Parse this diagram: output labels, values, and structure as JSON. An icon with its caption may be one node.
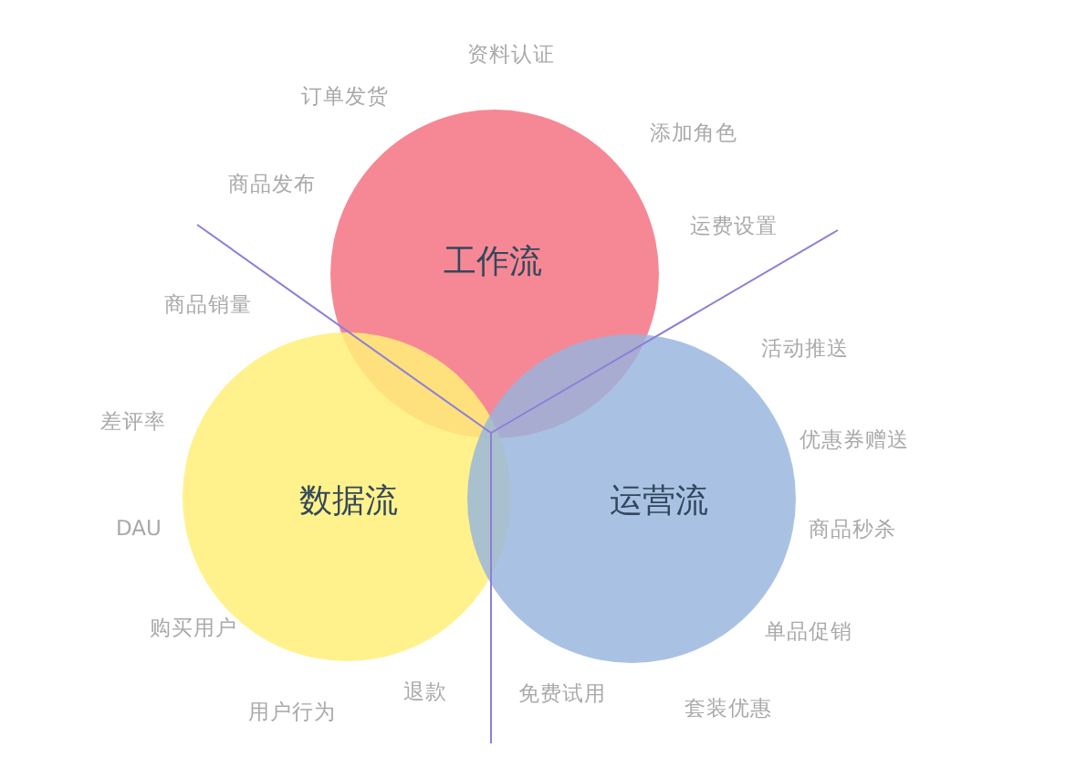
{
  "diagram": {
    "nodes": [
      {
        "text": [
          "工作流"
        ]
      },
      {
        "text": [
          "数据流"
        ]
      },
      {
        "text": [
          "运营流"
        ]
      }
    ],
    "labels": [
      "资料认证",
      "订单发货",
      "添加角色",
      "商品发布",
      "运费设置",
      "商品销量",
      "活动推送",
      "差评率",
      "优惠券赠送",
      "DAU",
      "商品秒杀",
      "购买用户",
      "单品促销",
      "退款",
      "免费试用",
      "用户行为",
      "套装优惠"
    ]
  }
}
